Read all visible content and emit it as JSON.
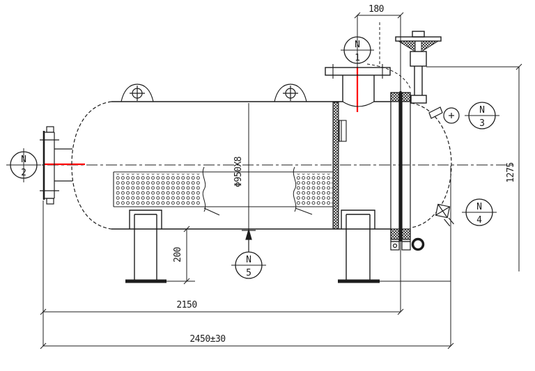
{
  "drawing": {
    "type": "pressure-vessel-general-arrangement",
    "labels": {
      "dim_top_offset": "180",
      "dim_height": "1275",
      "dim_saddle_height": "200",
      "dim_tangent_length": "2150",
      "dim_overall_length": "2450±30",
      "shell_spec": "Φ950X8"
    },
    "nozzles": {
      "n1": {
        "letter": "N",
        "number": "1"
      },
      "n2": {
        "letter": "N",
        "number": "2"
      },
      "n3": {
        "letter": "N",
        "number": "3"
      },
      "n4": {
        "letter": "N",
        "number": "4"
      },
      "n5": {
        "letter": "N",
        "number": "5"
      }
    },
    "colors": {
      "line": "#1c1c1c",
      "centerline_accent": "#ff0000",
      "background": "#ffffff"
    }
  }
}
